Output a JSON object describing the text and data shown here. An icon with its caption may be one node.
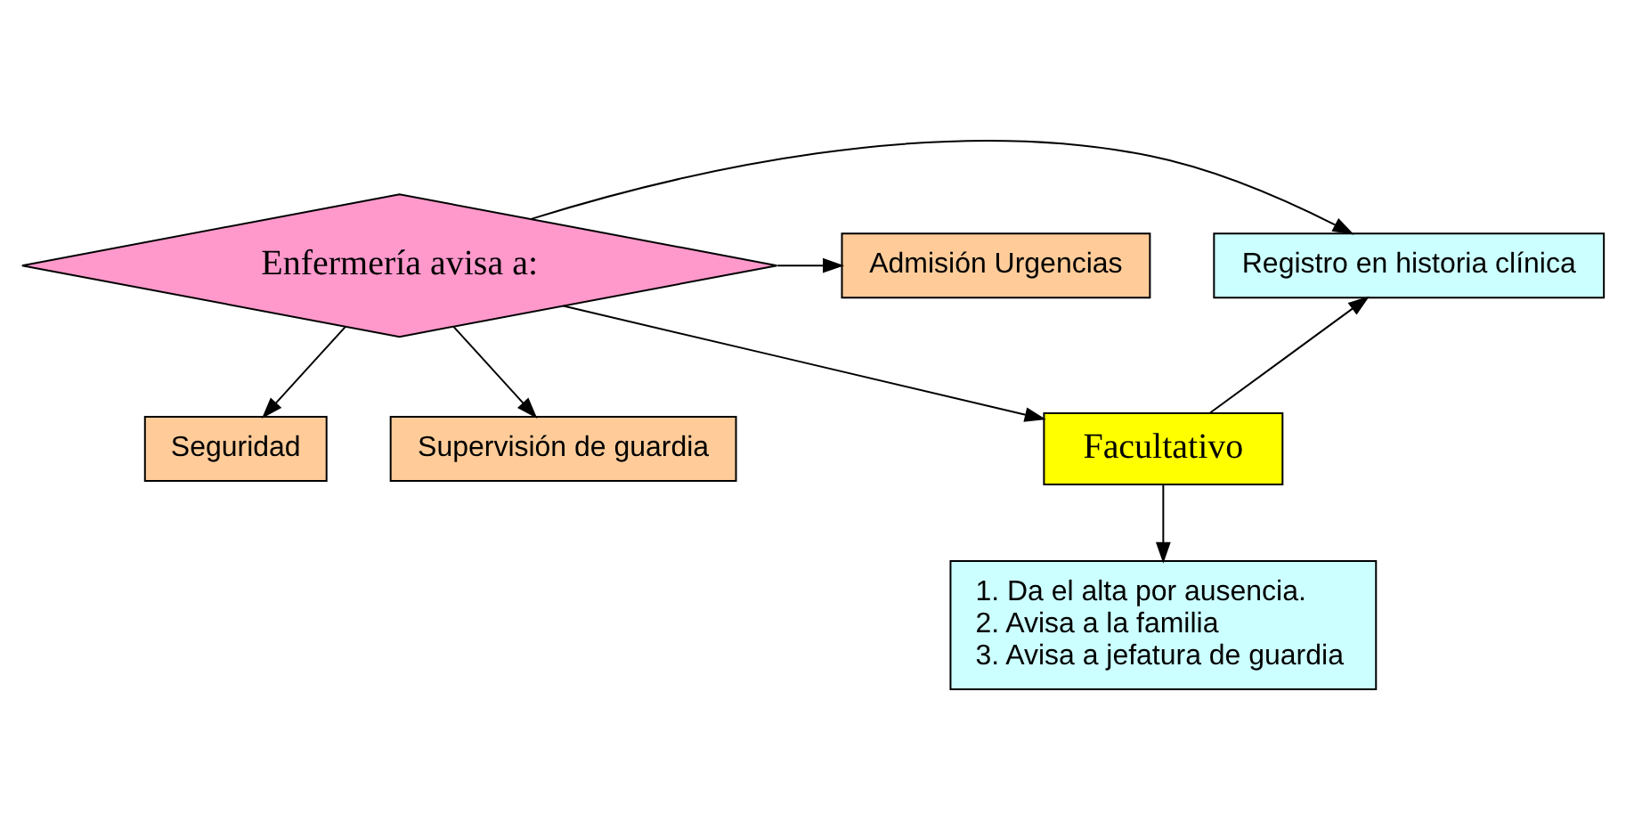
{
  "diagram": {
    "nodes": [
      {
        "text": [
          "Enfermería avisa a:"
        ]
      },
      {
        "text": [
          "Registro en historia clínica"
        ]
      },
      {
        "text": [
          "Admisión Urgencias"
        ]
      },
      {
        "text": [
          "Facultativo"
        ]
      },
      {
        "text": [
          "Seguridad"
        ]
      },
      {
        "text": [
          "Supervisión de guardia"
        ]
      },
      {
        "text": [
          "1. Da el alta por ausencia.",
          "2. Avisa a la familia",
          "3. Avisa a jefatura de guardia"
        ]
      }
    ],
    "edges": [
      {
        "from": 0,
        "to": 1,
        "arrow": "to"
      },
      {
        "from": 0,
        "to": 2,
        "arrow": "to"
      },
      {
        "from": 0,
        "to": 3,
        "arrow": "to"
      },
      {
        "from": 0,
        "to": 4,
        "arrow": "to"
      },
      {
        "from": 0,
        "to": 5,
        "arrow": "to"
      },
      {
        "from": 3,
        "to": 1,
        "arrow": "to"
      },
      {
        "from": 3,
        "to": 6,
        "arrow": "to"
      }
    ]
  }
}
